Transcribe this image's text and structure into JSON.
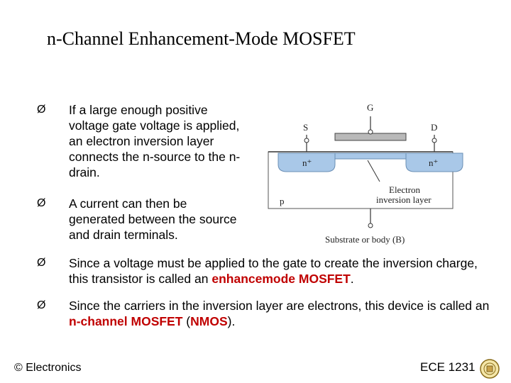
{
  "slide": {
    "title": "n-Channel Enhancement-Mode MOSFET",
    "bullets": [
      {
        "marker": "Ø",
        "text": "If a large enough positive voltage gate voltage is applied, an electron inversion layer connects the n-source to the n-drain."
      },
      {
        "marker": "Ø",
        "text": "A current can then be generated between the source and drain terminals."
      },
      {
        "marker": "Ø",
        "pre": "Since a voltage must be applied to the gate to create the inversion charge, this transistor is called an ",
        "highlight": "enhancemode MOSFET",
        "post": "."
      },
      {
        "marker": "Ø",
        "pre": "Since the carriers in the inversion layer are electrons, this device is called an ",
        "highlight": "n-channel MOSFET",
        "mid": " (",
        "highlight2": "NMOS",
        "post": ")."
      }
    ],
    "diagram": {
      "gate_label": "G",
      "source_label": "S",
      "drain_label": "D",
      "source_region": "n⁺",
      "drain_region": "n⁺",
      "layer_label_1": "Electron",
      "layer_label_2": "inversion layer",
      "substrate_type": "p",
      "substrate_label": "Substrate or body (B)"
    },
    "footer": {
      "left": "© Electronics",
      "right": "ECE 1231"
    },
    "colors": {
      "highlight": "#c00000",
      "n_region": "#a9c8e8",
      "gate": "#b9b9b9"
    }
  }
}
